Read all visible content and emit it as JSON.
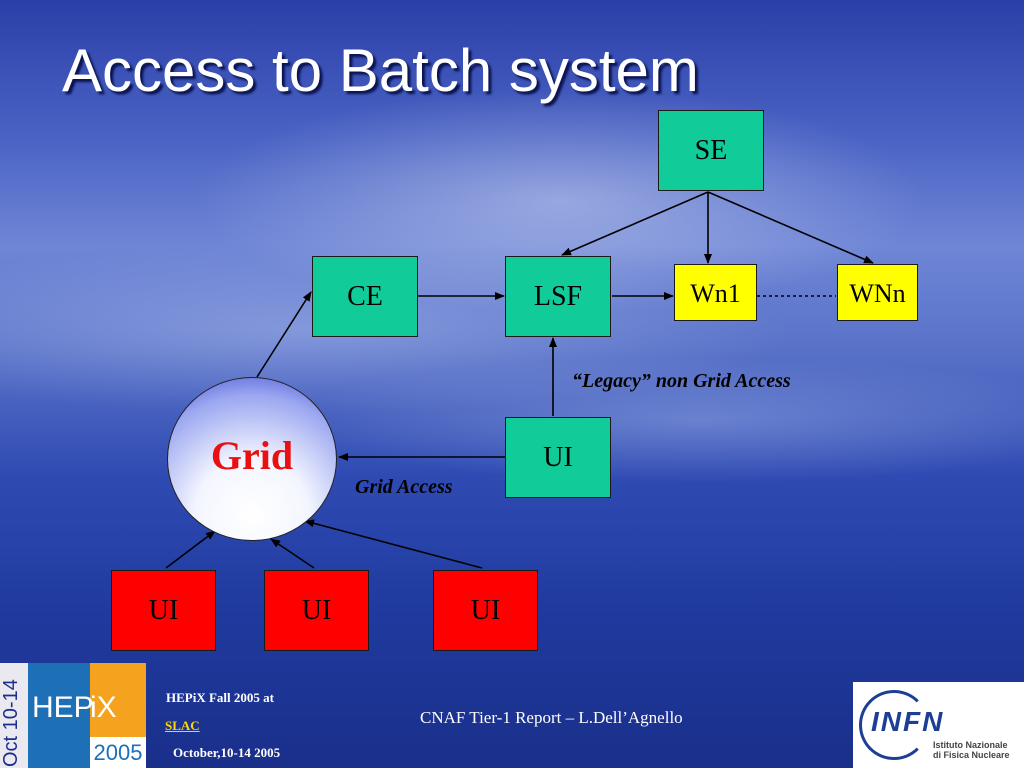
{
  "slide": {
    "title": "Access to Batch system"
  },
  "diagram": {
    "nodes": {
      "se": "SE",
      "ce": "CE",
      "lsf": "LSF",
      "wn1": "Wn1",
      "wnn": "WNn",
      "grid": "Grid",
      "ui_local": "UI",
      "ui_1": "UI",
      "ui_2": "UI",
      "ui_3": "UI"
    },
    "captions": {
      "legacy": "“Legacy” non Grid Access",
      "grid_access": "Grid Access"
    },
    "colors": {
      "teal": "#11cc99",
      "yellow": "#ffff00",
      "red": "#ff0000",
      "grid_text": "#e81010"
    }
  },
  "footer": {
    "logo_side_text": "Oct 10-14",
    "logo_hep": "HEP",
    "logo_ix": "iX",
    "logo_year": "2005",
    "event": "HEPiX Fall 2005 at",
    "link": "SLAC",
    "date": "October,10-14 2005",
    "report": "CNAF Tier-1 Report  – L.Dell’Agnello",
    "infn_mark": "INFN",
    "infn_line1": "Istituto Nazionale",
    "infn_line2": "di Fisica Nucleare"
  }
}
